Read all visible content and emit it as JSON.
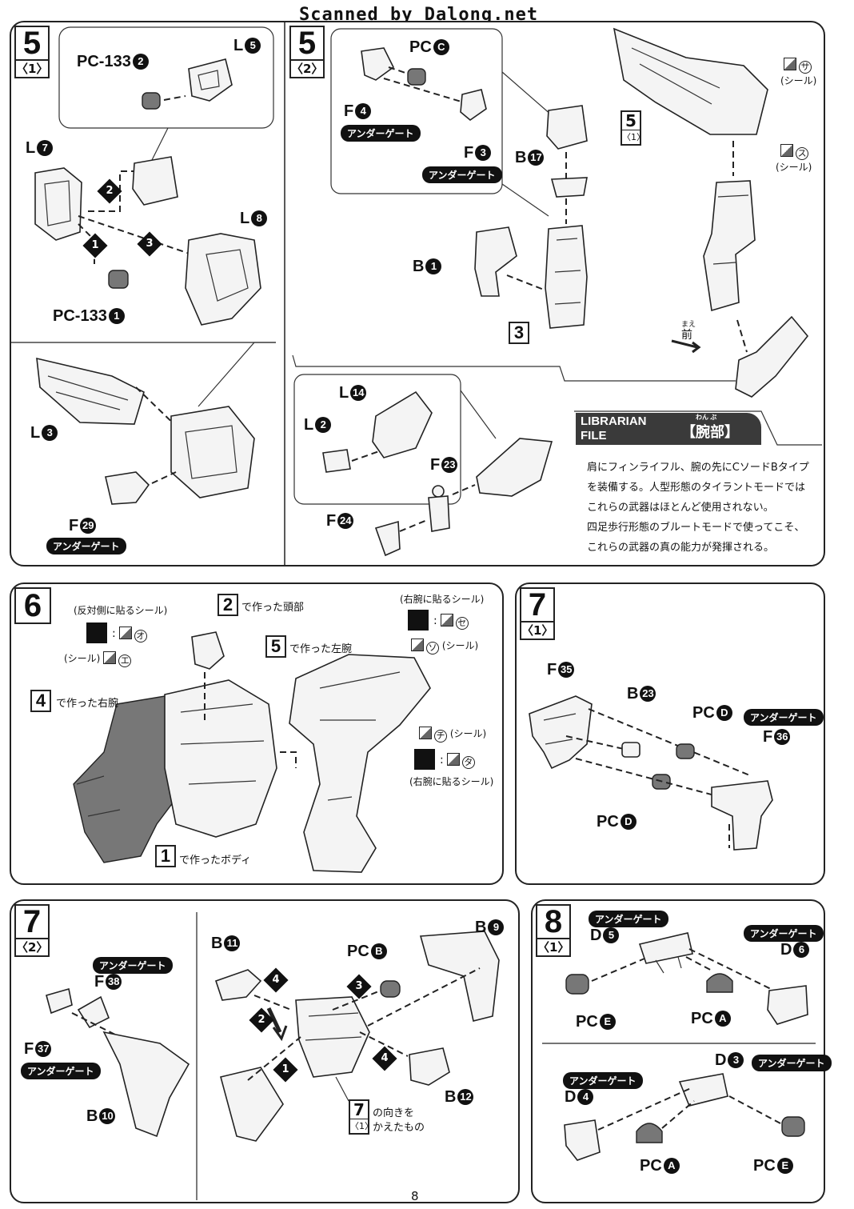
{
  "header": {
    "watermark": "Scanned by Dalong.net",
    "page_number": "8"
  },
  "common": {
    "undergate": "アンダーゲート",
    "sticker_word": "(シール)"
  },
  "step5_1": {
    "num": "5",
    "sub": "〈1〉",
    "labels": {
      "pc133_2": "PC-133",
      "pc133_2_n": "2",
      "l5": "L",
      "l5_n": "5",
      "l7": "L",
      "l7_n": "7",
      "l8": "L",
      "l8_n": "8",
      "pc133_1": "PC-133",
      "pc133_1_n": "1",
      "l3": "L",
      "l3_n": "3",
      "f29": "F",
      "f29_n": "29"
    },
    "seq": [
      "2",
      "1",
      "3"
    ]
  },
  "step5_2": {
    "num": "5",
    "sub": "〈2〉",
    "labels": {
      "pcc": "PC",
      "pcc_n": "C",
      "f4": "F",
      "f4_n": "4",
      "f3": "F",
      "f3_n": "3",
      "b17": "B",
      "b17_n": "17",
      "b1": "B",
      "b1_n": "1",
      "ref3": "3",
      "l14": "L",
      "l14_n": "14",
      "l2": "L",
      "l2_n": "2",
      "f23": "F",
      "f23_n": "23",
      "f24": "F",
      "f24_n": "24",
      "ref5": "5",
      "ref5_sub": "〈1〉",
      "front": "前",
      "front_ruby": "まえ",
      "sa": "サ",
      "su": "ス"
    }
  },
  "librarian": {
    "title1": "LIBRARIAN",
    "title2": "FILE",
    "subject": "【腕部】",
    "ruby": "わん ぶ",
    "lines": [
      "肩にフィンライフル、腕の先にCソードBタイプ",
      "を装備する。人型形態のタイラントモードでは",
      "これらの武器はほとんど使用されない。",
      "四足歩行形態のブルートモードで使ってこそ、",
      "これらの武器の真の能力が発揮される。"
    ]
  },
  "step6": {
    "num": "6",
    "labels": {
      "opposite_side": "(反対側に貼るシール)",
      "o": "オ",
      "e": "エ",
      "sticker": "(シール)",
      "ref2": "2",
      "head": "で作った頭部",
      "ref4": "4",
      "right_arm": "で作った右腕",
      "ref5": "5",
      "left_arm": "で作った左腕",
      "ref1": "1",
      "body": "で作ったボディ",
      "right_arm_sticker": "(右腕に貼るシール)",
      "se": "セ",
      "so": "ソ",
      "chi": "チ",
      "ta": "タ",
      "right_arm_sticker2": "(右腕に貼るシール)"
    }
  },
  "step7_1": {
    "num": "7",
    "sub": "〈1〉",
    "labels": {
      "f35": "F",
      "f35_n": "35",
      "b23": "B",
      "b23_n": "23",
      "pcd_top": "PC",
      "pcd_top_n": "D",
      "f36": "F",
      "f36_n": "36",
      "pcd_bottom": "PC",
      "pcd_bottom_n": "D"
    }
  },
  "step7_2": {
    "num": "7",
    "sub": "〈2〉",
    "labels": {
      "f38": "F",
      "f38_n": "38",
      "f37": "F",
      "f37_n": "37",
      "b10": "B",
      "b10_n": "10",
      "b11": "B",
      "b11_n": "11",
      "pcb": "PC",
      "pcb_n": "B",
      "b9": "B",
      "b9_n": "9",
      "b12": "B",
      "b12_n": "12",
      "ref7": "7",
      "ref7_sub": "〈1〉",
      "turned1": "の向きを",
      "turned2": "かえたもの"
    },
    "seq": [
      "4",
      "3",
      "2",
      "1",
      "4"
    ]
  },
  "step8_1": {
    "num": "8",
    "sub": "〈1〉",
    "labels": {
      "d5": "D",
      "d5_n": "5",
      "d6": "D",
      "d6_n": "6",
      "pce_top": "PC",
      "pce_top_n": "E",
      "pca_top": "PC",
      "pca_top_n": "A",
      "d3": "D",
      "d3_n": "3",
      "d4": "D",
      "d4_n": "4",
      "pca_bottom": "PC",
      "pca_bottom_n": "A",
      "pce_bottom": "PC",
      "pce_bottom_n": "E"
    }
  }
}
